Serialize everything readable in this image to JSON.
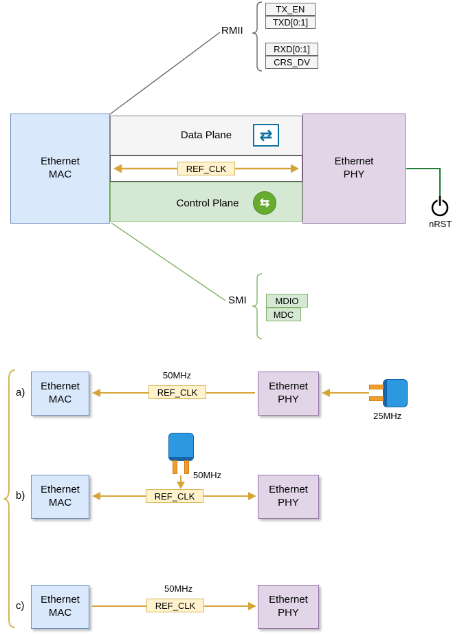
{
  "colors": {
    "mac_fill": "#dae8fc",
    "mac_border": "#6c8ebf",
    "phy_fill": "#e1d5e7",
    "phy_border": "#9673a6",
    "data_plane_fill": "#f5f5f5",
    "control_plane_fill": "#d5e8d4",
    "control_plane_border": "#82b366",
    "refclk_fill": "#fff2cc",
    "refclk_border": "#d6b656",
    "arrow_gold": "#d6a437",
    "smi_green": "#82b366",
    "nrst_green": "#1f7a33"
  },
  "icons": {
    "data_plane_glyph": "⇄",
    "control_plane_glyph": "⇆",
    "data_plane_icon_name": "exchange-arrows-icon",
    "control_plane_icon_name": "sync-arrows-icon",
    "nrst_icon_name": "power-symbol-icon",
    "crystal_icon_name": "crystal-oscillator-icon"
  },
  "rmii": {
    "label": "RMII",
    "tx_signals": [
      "TX_EN",
      "TXD[0:1]"
    ],
    "rx_signals": [
      "RXD[0:1]",
      "CRS_DV"
    ]
  },
  "main": {
    "mac": "Ethernet\nMAC",
    "phy": "Ethernet\nPHY",
    "data_plane": "Data Plane",
    "ref_clk": "REF_CLK",
    "control_plane": "Control Plane",
    "nrst": "nRST"
  },
  "smi": {
    "label": "SMI",
    "signals": [
      "MDIO",
      "MDC"
    ]
  },
  "scenarios": {
    "a": {
      "label": "a)",
      "mac": "Ethernet\nMAC",
      "phy": "Ethernet\nPHY",
      "freq": "50MHz",
      "ref_clk": "REF_CLK",
      "crystal_freq": "25MHz"
    },
    "b": {
      "label": "b)",
      "mac": "Ethernet\nMAC",
      "phy": "Ethernet\nPHY",
      "freq": "50MHz",
      "ref_clk": "REF_CLK"
    },
    "c": {
      "label": "c)",
      "mac": "Ethernet\nMAC",
      "phy": "Ethernet\nPHY",
      "freq": "50MHz",
      "ref_clk": "REF_CLK"
    }
  }
}
